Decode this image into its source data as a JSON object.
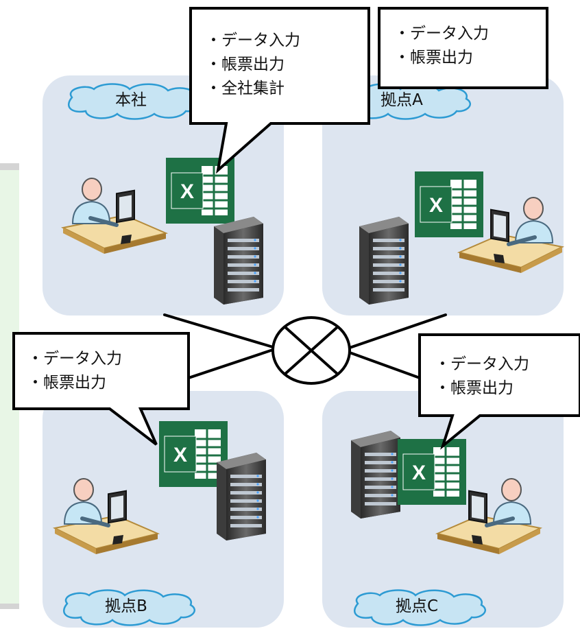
{
  "sites": {
    "hq": {
      "label": "本社"
    },
    "a": {
      "label": "拠点A"
    },
    "b": {
      "label": "拠点B"
    },
    "c": {
      "label": "拠点C"
    }
  },
  "callouts": {
    "hq": [
      "・データ入力",
      "・帳票出力",
      "・全社集計"
    ],
    "a": [
      "・データ入力",
      "・帳票出力"
    ],
    "b": [
      "・データ入力",
      "・帳票出力"
    ],
    "c": [
      "・データ入力",
      "・帳票出力"
    ]
  },
  "icons": {
    "app": "excel-icon",
    "server": "server-rack-icon",
    "user": "user-at-desk-icon",
    "hub": "network-hub-icon"
  },
  "colors": {
    "panel": "#dde5f0",
    "excel_green": "#1e7145",
    "cloud_fill": "#c7e4f3",
    "cloud_stroke": "#2d9bd3"
  }
}
